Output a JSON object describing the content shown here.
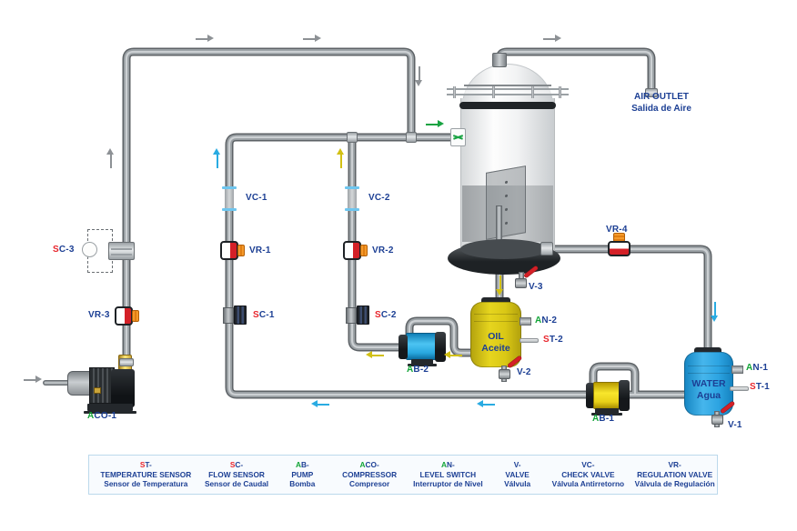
{
  "air_outlet": {
    "line1": "AIR OUTLET",
    "line2": "Salida de Aire"
  },
  "tanks": {
    "oil": {
      "name": "OIL",
      "name_es": "Aceite"
    },
    "water": {
      "name": "WATER",
      "name_es": "Agua"
    }
  },
  "labels": {
    "aco1": {
      "c1": "A",
      "c2": "CO-1",
      "accent": "green"
    },
    "ab1": {
      "c1": "A",
      "c2": "B-1",
      "accent": "green"
    },
    "ab2": {
      "c1": "A",
      "c2": "B-2",
      "accent": "green"
    },
    "an1": {
      "c1": "A",
      "c2": "N-1",
      "accent": "green"
    },
    "an2": {
      "c1": "A",
      "c2": "N-2",
      "accent": "green"
    },
    "st1": {
      "c1": "S",
      "c2": "T-1",
      "accent": "red"
    },
    "st2": {
      "c1": "S",
      "c2": "T-2",
      "accent": "red"
    },
    "sc1": {
      "c1": "S",
      "c2": "C-1",
      "accent": "red"
    },
    "sc2": {
      "c1": "S",
      "c2": "C-2",
      "accent": "red"
    },
    "sc3": {
      "c1": "S",
      "c2": "C-3",
      "accent": "red"
    },
    "vc1": {
      "c1": "",
      "c2": "VC-1",
      "accent": "none"
    },
    "vc2": {
      "c1": "",
      "c2": "VC-2",
      "accent": "none"
    },
    "vr1": {
      "c1": "",
      "c2": "VR-1",
      "accent": "none"
    },
    "vr2": {
      "c1": "",
      "c2": "VR-2",
      "accent": "none"
    },
    "vr3": {
      "c1": "",
      "c2": "VR-3",
      "accent": "none"
    },
    "vr4": {
      "c1": "",
      "c2": "VR-4",
      "accent": "none"
    },
    "v1": {
      "c1": "",
      "c2": "V-1",
      "accent": "none"
    },
    "v2": {
      "c1": "",
      "c2": "V-2",
      "accent": "none"
    },
    "v3": {
      "c1": "",
      "c2": "V-3",
      "accent": "none"
    }
  },
  "legend": {
    "items": [
      {
        "code_c1": "S",
        "code_c2": "T-",
        "accent": "red",
        "name_en": "TEMPERATURE SENSOR",
        "name_es": "Sensor de Temperatura"
      },
      {
        "code_c1": "S",
        "code_c2": "C-",
        "accent": "red",
        "name_en": "FLOW SENSOR",
        "name_es": "Sensor de Caudal"
      },
      {
        "code_c1": "A",
        "code_c2": "B-",
        "accent": "green",
        "name_en": "PUMP",
        "name_es": "Bomba"
      },
      {
        "code_c1": "A",
        "code_c2": "CO-",
        "accent": "green",
        "name_en": "COMPRESSOR",
        "name_es": "Compresor"
      },
      {
        "code_c1": "A",
        "code_c2": "N-",
        "accent": "green",
        "name_en": "LEVEL SWITCH",
        "name_es": "Interruptor de Nivel"
      },
      {
        "code_c1": "",
        "code_c2": "V-",
        "accent": "none",
        "name_en": "VALVE",
        "name_es": "Válvula"
      },
      {
        "code_c1": "",
        "code_c2": "VC-",
        "accent": "none",
        "name_en": "CHECK VALVE",
        "name_es": "Válvula Antirretorno"
      },
      {
        "code_c1": "",
        "code_c2": "VR-",
        "accent": "none",
        "name_en": "REGULATION VALVE",
        "name_es": "Válvula de Regulación"
      }
    ]
  },
  "colors": {
    "label_blue": "#1c3f94",
    "accent_red": "#e8262d",
    "accent_green": "#13a538",
    "pipe_gray": "#9aa0a4",
    "oil_yellow": "#d9c715",
    "water_blue": "#2da4e2",
    "pump_cyan": "#29a8df",
    "pump_yellow": "#e8d018",
    "valve_red": "#d42027",
    "valve_handle_orange": "#f59a2b",
    "check_valve_cyan": "#6ec6ef",
    "arrow_blue": "#29abe2",
    "arrow_yellow": "#d2c013",
    "arrow_green": "#18a342",
    "arrow_gray": "#8d9195"
  }
}
